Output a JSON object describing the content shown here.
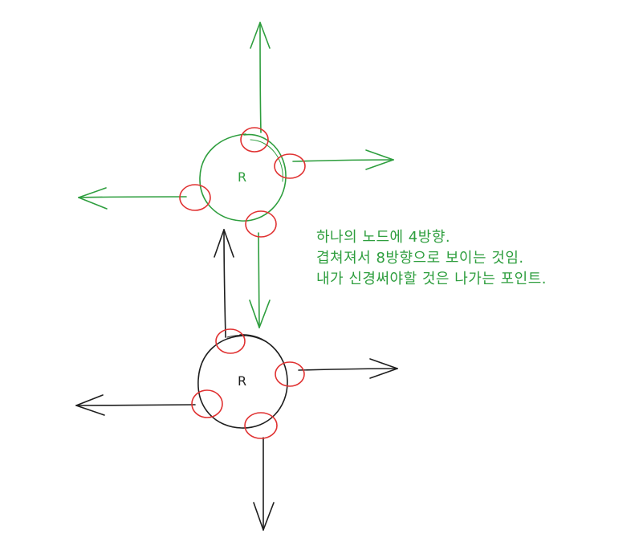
{
  "colors": {
    "green": "#2e9e3e",
    "black": "#1e1e1e",
    "red": "#e03131"
  },
  "nodes": {
    "green": {
      "label": "R"
    },
    "black": {
      "label": "R"
    }
  },
  "note": {
    "lines": [
      "하나의 노드에 4방향.",
      "겹쳐져서 8방향으로 보이는 것임.",
      "내가 신경써야할 것은 나가는 포인트."
    ]
  }
}
